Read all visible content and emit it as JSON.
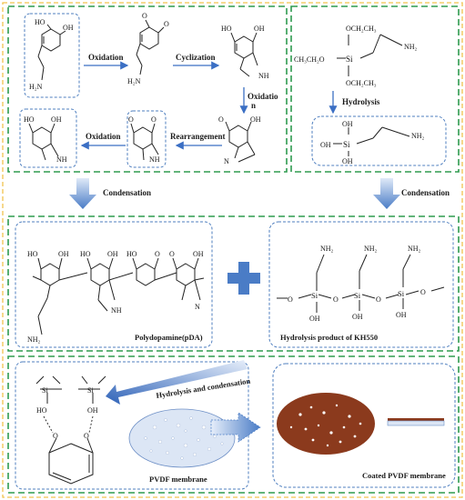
{
  "steps": {
    "oxidation_1": "Oxidation",
    "cyclization": "Cyclization",
    "oxidation_2_line1": "Oxidatio",
    "oxidation_2_line2": "n",
    "rearrangement": "Rearrangement",
    "oxidation_3": "Oxidation",
    "hydrolysis": "Hydrolysis",
    "condensation_left": "Condensation",
    "condensation_right": "Condensation",
    "hydrolysis_condensation": "Hydrolysis and condensation"
  },
  "products": {
    "pda": "Polydopamine(pDA)",
    "kh550": "Hydrolysis product of KH550",
    "pvdf": "PVDF membrane",
    "coated": "Coated PVDF membrane"
  },
  "chem_labels": {
    "ho": "HO",
    "oh": "OH",
    "o": "O",
    "nh": "NH",
    "n": "N",
    "h2n": "H₂N",
    "nh2": "NH₂",
    "si": "Si",
    "och2ch3": "OCH₂CH₃",
    "ch3ch2o": "CH₃CH₂O"
  },
  "colors": {
    "frame_green": "#2e9b4f",
    "frame_yellow": "#f2c34e",
    "dash_blue": "#4f7fbf",
    "arrow_blue": "#3b6fc4",
    "membrane_brown": "#8b3a1d",
    "membrane_fill": "#dce6f5"
  }
}
